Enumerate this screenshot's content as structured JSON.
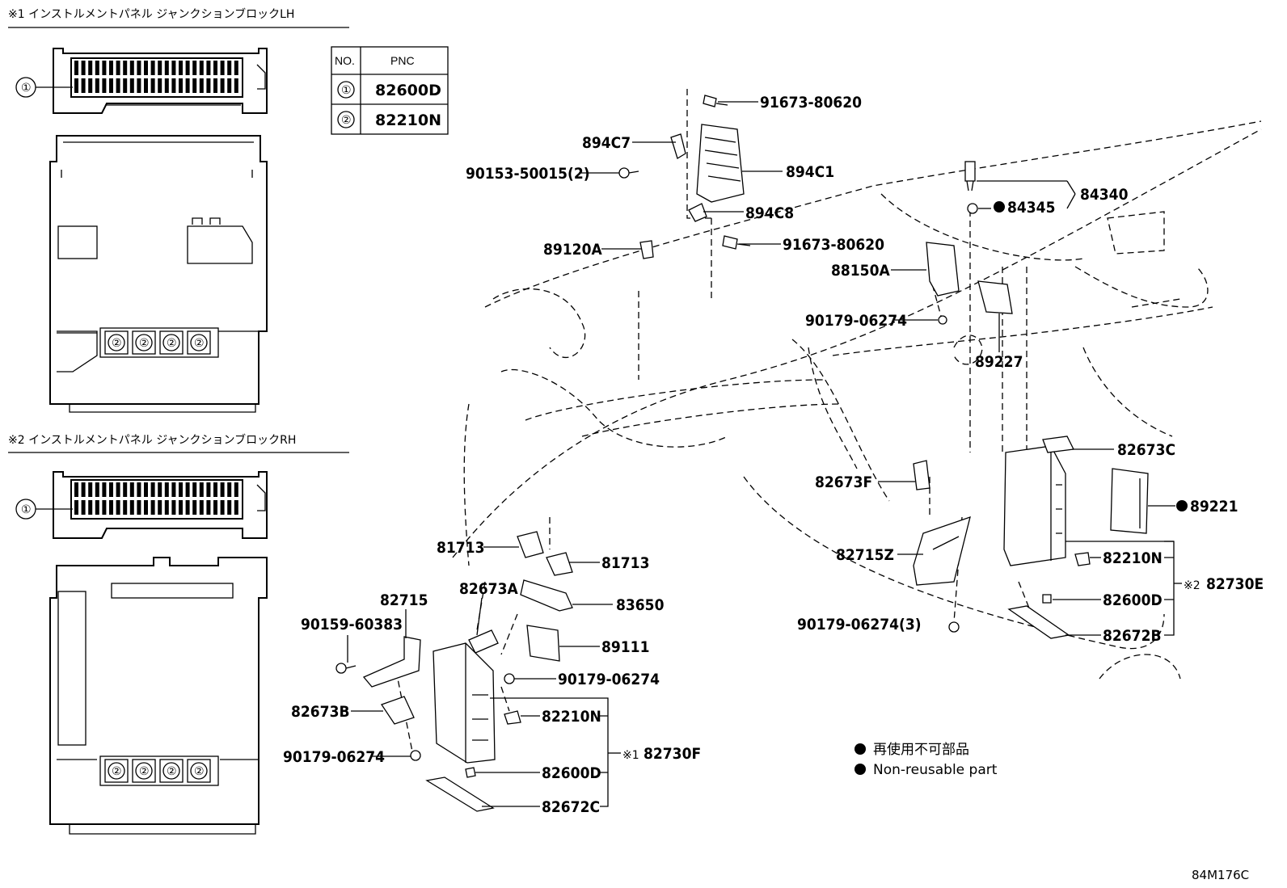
{
  "sections": {
    "lh_title": "※1 インストルメントパネル ジャンクションブロックLH",
    "rh_title": "※2 インストルメントパネル ジャンクションブロックRH"
  },
  "table": {
    "headers": [
      "NO.",
      "PNC"
    ],
    "rows": [
      {
        "no": "①",
        "pnc": "82600D"
      },
      {
        "no": "②",
        "pnc": "82210N"
      }
    ]
  },
  "callouts": {
    "one": "①",
    "two": "②"
  },
  "labels": {
    "p91673_top": "91673-80620",
    "p894C7": "894C7",
    "p90153": "90153-50015(2)",
    "p894C1": "894C1",
    "p894C8": "894C8",
    "p91673_mid": "91673-80620",
    "p89120A": "89120A",
    "p88150A": "88150A",
    "p90179_a": "90179-06274",
    "p84345": "84345",
    "p84340": "84340",
    "p89227": "89227",
    "p82673C": "82673C",
    "p89221": "89221",
    "p82673F": "82673F",
    "p82715Z": "82715Z",
    "p82210N_r": "82210N",
    "p82730E": "82730E",
    "p82600D_r": "82600D",
    "p90179_b": "90179-06274(3)",
    "p82672B": "82672B",
    "p81713_a": "81713",
    "p81713_b": "81713",
    "p82673A": "82673A",
    "p83650": "83650",
    "p82715": "82715",
    "p90159": "90159-60383",
    "p89111": "89111",
    "p90179_c": "90179-06274",
    "p82673B": "82673B",
    "p82210N_l": "82210N",
    "p82730F": "82730F",
    "p90179_d": "90179-06274",
    "p82600D_l": "82600D",
    "p82672C": "82672C",
    "mark1": "※1",
    "mark2": "※2"
  },
  "legend": {
    "jp": "再使用不可部品",
    "en": "Non-reusable part"
  },
  "figure_code": "84M176C"
}
